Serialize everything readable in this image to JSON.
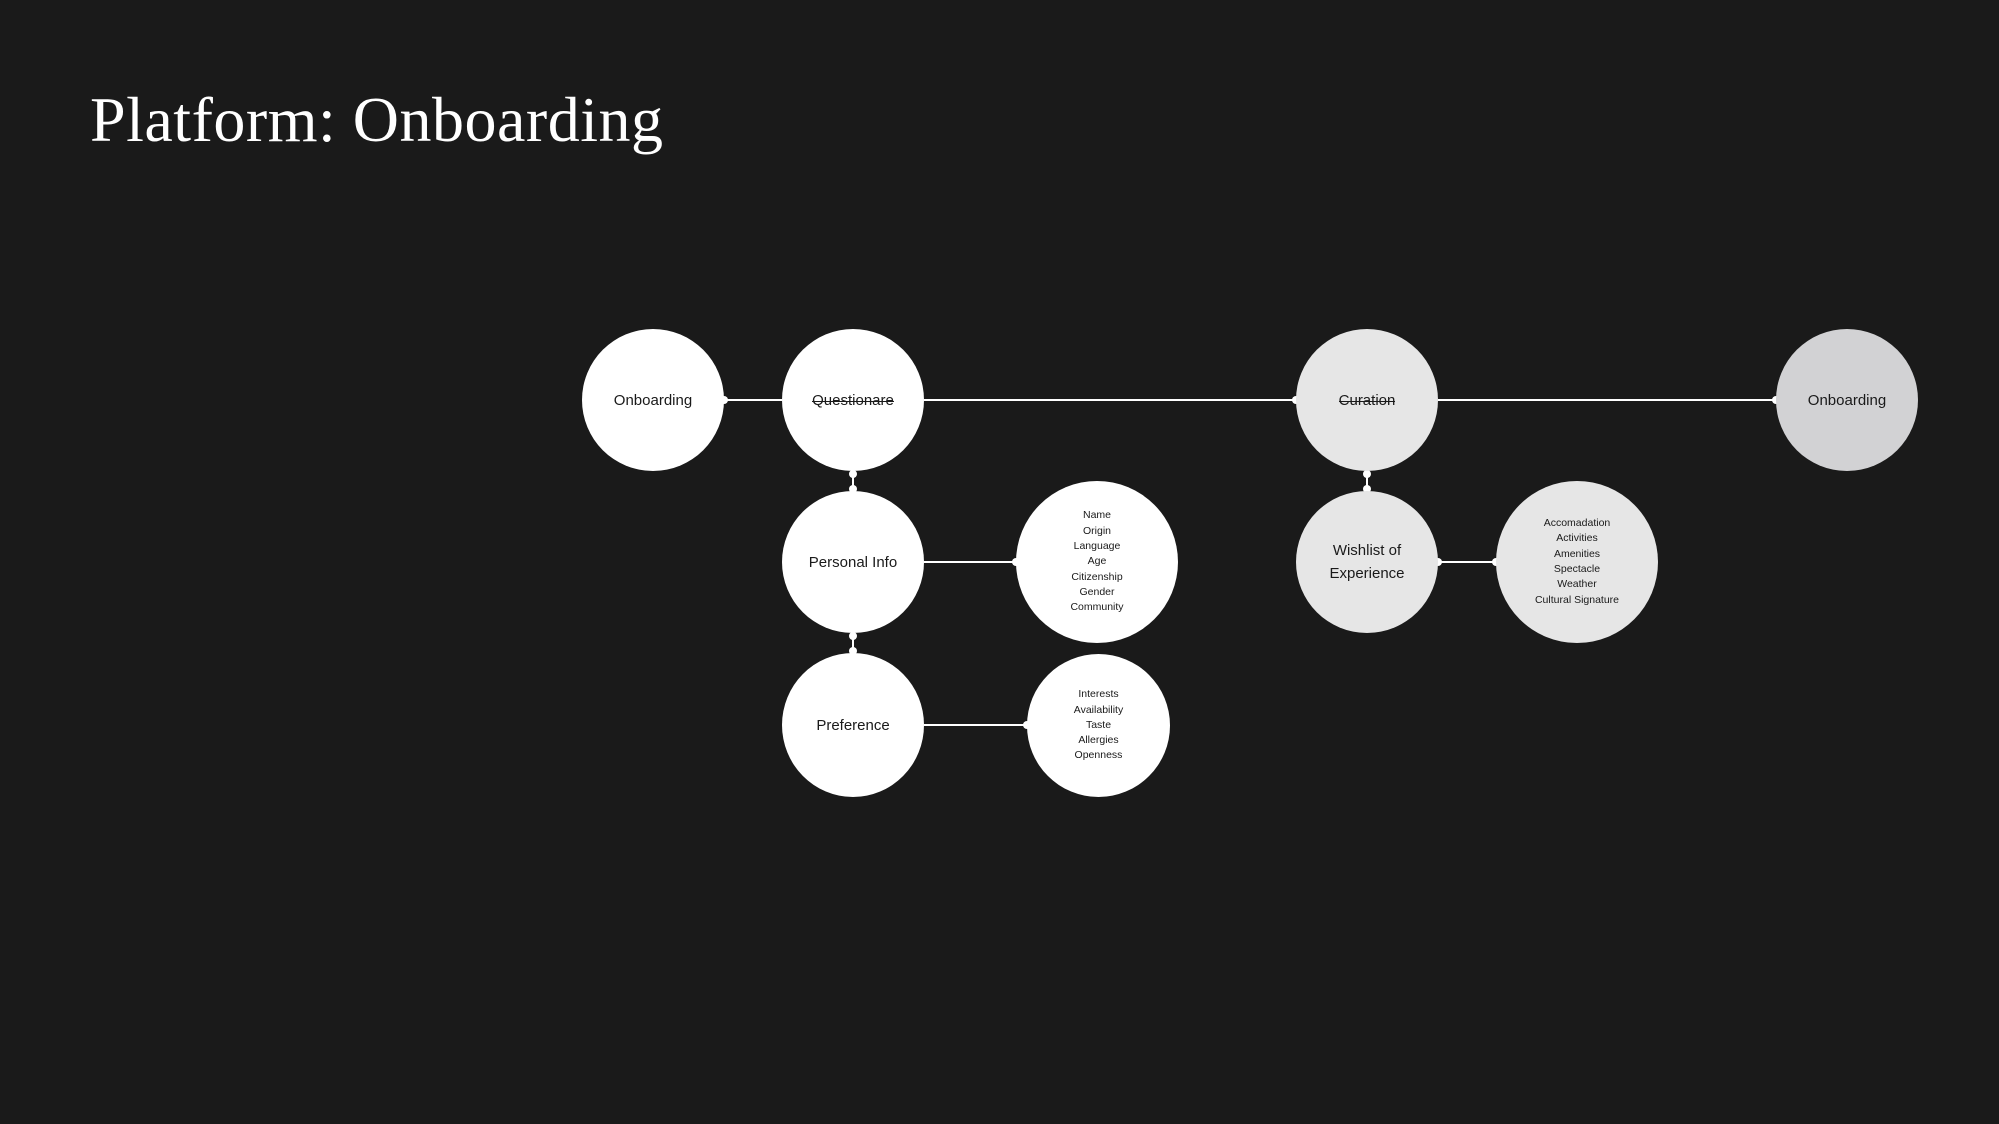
{
  "title": "Platform: Onboarding",
  "colors": {
    "background": "#1a1a1a",
    "node_white": "#ffffff",
    "node_light_gray": "#e6e6e6",
    "node_gray": "#d2d2d4",
    "connector": "#ffffff"
  },
  "nodes": {
    "onboarding_start": {
      "label": "Onboarding"
    },
    "questionnaire": {
      "label": "Questionare"
    },
    "curation": {
      "label": "Curation"
    },
    "onboarding_end": {
      "label": "Onboarding"
    },
    "personal_info": {
      "label": "Personal Info"
    },
    "personal_info_details": {
      "items": [
        "Name",
        "Origin",
        "Language",
        "Age",
        "Citizenship",
        "Gender",
        "Community"
      ]
    },
    "preference": {
      "label": "Preference"
    },
    "preference_details": {
      "items": [
        "Interests",
        "Availability",
        "Taste",
        "Allergies",
        "Openness"
      ]
    },
    "wishlist": {
      "label": "Wishlist of\nExperience"
    },
    "wishlist_details": {
      "items": [
        "Accomadation",
        "Activities",
        "Amenities",
        "Spectacle",
        "Weather",
        "Cultural Signature"
      ]
    }
  }
}
